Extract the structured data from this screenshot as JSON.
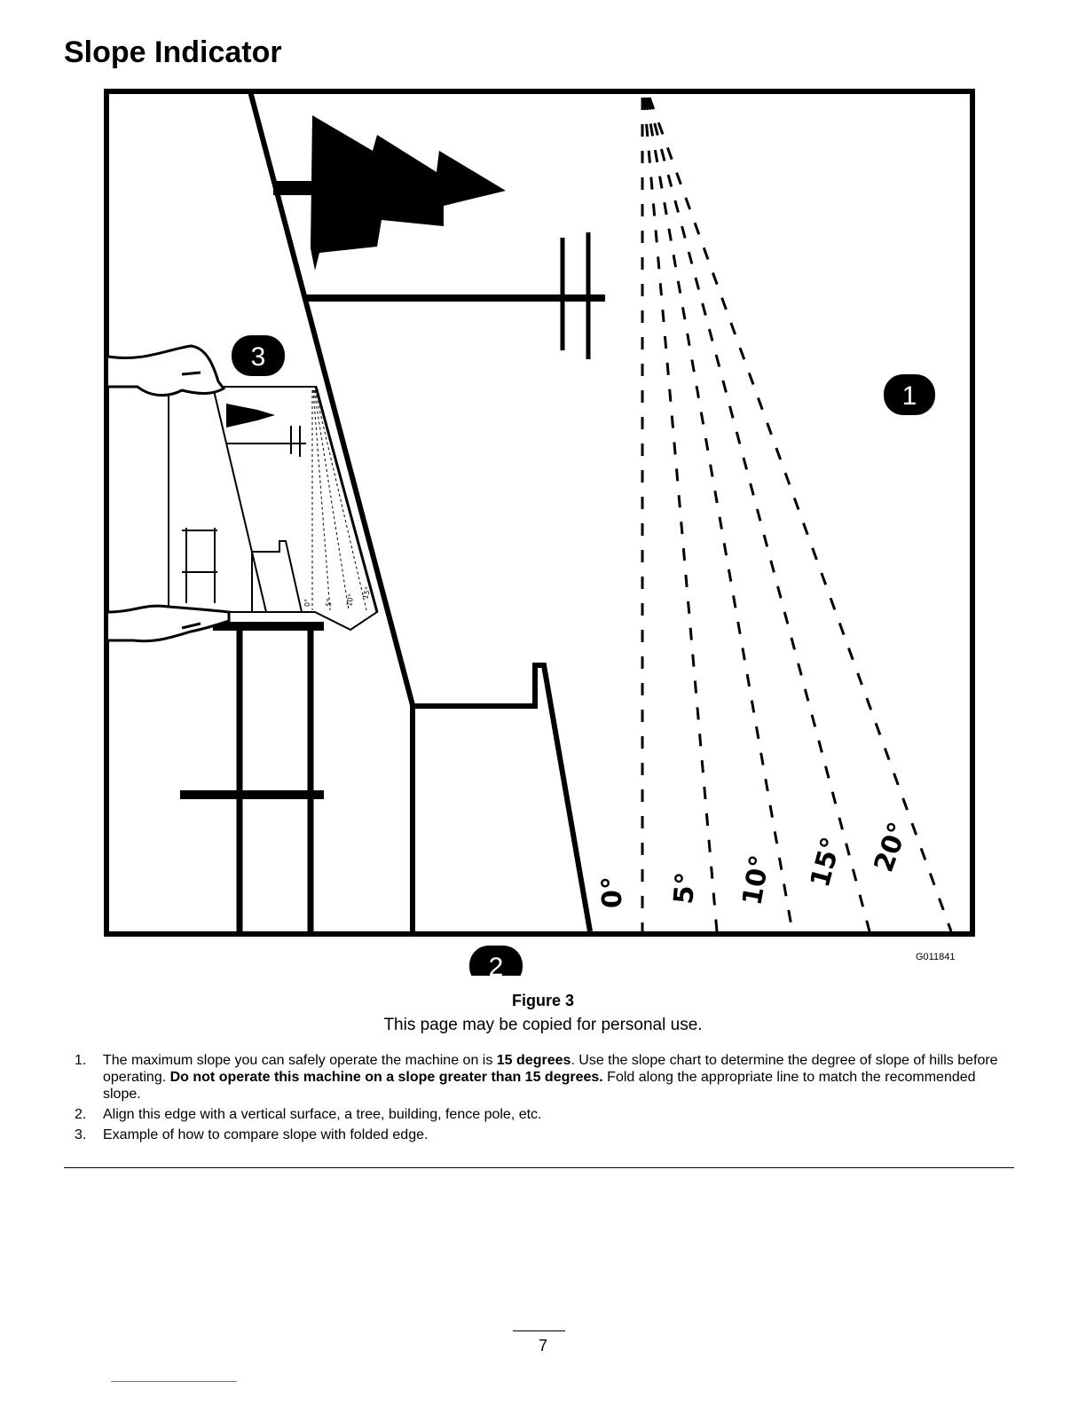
{
  "title": "Slope Indicator",
  "figure": {
    "callouts": [
      "1",
      "2",
      "3"
    ],
    "angle_labels": [
      "0°",
      "5°",
      "10°",
      "15°",
      "20°"
    ],
    "small_angle_labels": [
      "0°",
      "5°",
      "10°",
      "15°"
    ],
    "code": "G011841",
    "caption": "Figure 3",
    "note": "This page may be copied for personal use."
  },
  "notes": [
    {
      "num": "1.",
      "parts": [
        {
          "text": "The maximum slope you can safely operate the machine on is ",
          "bold": false
        },
        {
          "text": "15 degrees",
          "bold": true
        },
        {
          "text": ". Use the slope chart to determine the degree of slope of hills before operating. ",
          "bold": false
        },
        {
          "text": "Do not operate this machine on a slope greater than 15 degrees.",
          "bold": true
        },
        {
          "text": " Fold along the appropriate line to match the recommended slope.",
          "bold": false
        }
      ]
    },
    {
      "num": "2.",
      "parts": [
        {
          "text": "Align this edge with a vertical surface, a tree, building, fence pole, etc.",
          "bold": false
        }
      ]
    },
    {
      "num": "3.",
      "parts": [
        {
          "text": "Example of how to compare slope with folded edge.",
          "bold": false
        }
      ]
    }
  ],
  "page_number": "7",
  "colors": {
    "ink": "#000000",
    "paper": "#ffffff"
  }
}
